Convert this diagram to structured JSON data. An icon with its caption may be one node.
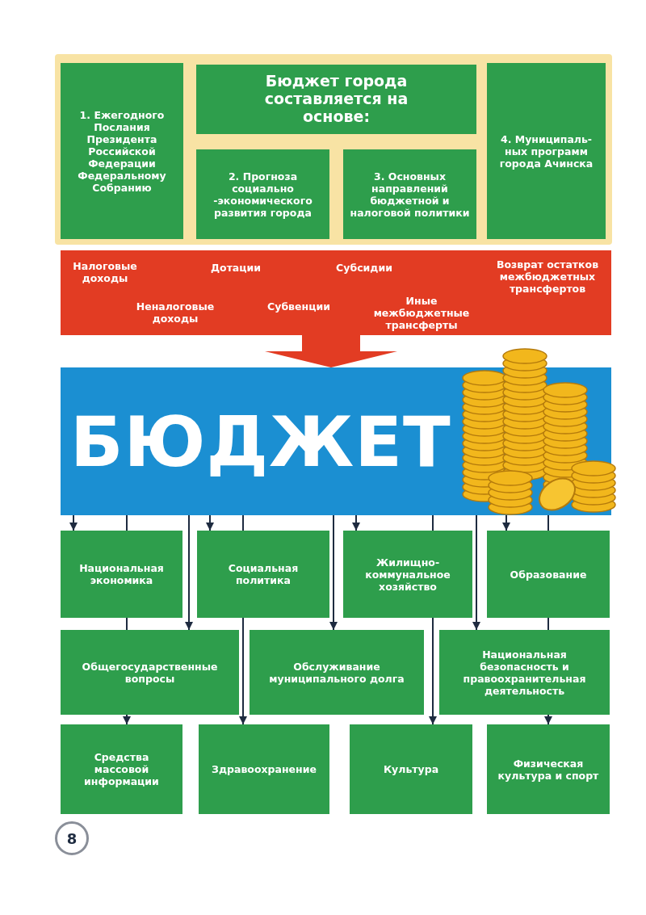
{
  "diagram": {
    "nodes": [
      {
        "text": [],
        "shape": "box"
      },
      {
        "text": [
          "1. Ежегодного Послания Президента Российской Федерации Федеральному Собранию"
        ],
        "in": 0
      },
      {
        "text": [
          "Бюджет города составляется на основе:"
        ],
        "in": 0
      },
      {
        "text": [
          "2. Прогноза социально -экономического развития города"
        ],
        "in": 0
      },
      {
        "text": [
          "3. Основных направлений бюджетной и налоговой политики"
        ],
        "in": 0
      },
      {
        "text": [
          "4. Муниципаль-ных программ города Ачинска"
        ],
        "in": 0
      },
      {
        "text": [
          "Налоговые доходы",
          "Дотации",
          "Субсидии",
          "Возврат остатков межбюджетных трансфертов",
          "Неналоговые доходы",
          "Субвенции",
          "Иные межбюджетные трансферты"
        ]
      },
      {
        "text": [
          "БЮДЖЕТ"
        ]
      },
      {
        "text": [
          "Национальная экономика"
        ]
      },
      {
        "text": [
          "Социальная политика"
        ]
      },
      {
        "text": [
          "Жилищно-коммунальное хозяйство"
        ]
      },
      {
        "text": [
          "Образование"
        ]
      },
      {
        "text": [
          "Общегосударственные вопросы"
        ]
      },
      {
        "text": [
          "Обслуживание муниципального долга"
        ]
      },
      {
        "text": [
          "Национальная безопасность и правоохранительная деятельность"
        ]
      },
      {
        "text": [
          "Средства массовой информации"
        ]
      },
      {
        "text": [
          "Здравоохранение"
        ]
      },
      {
        "text": [
          "Культура"
        ]
      },
      {
        "text": [
          "Физическая культура и спорт"
        ]
      }
    ],
    "edges": [
      {
        "from": 6,
        "to": 7,
        "arrow": "to",
        "style": "thick",
        "color": "#e23c23"
      },
      {
        "from": 7,
        "to": 8,
        "arrow": "to"
      },
      {
        "from": 7,
        "to": 8,
        "arrow": "none"
      },
      {
        "from": 8,
        "to": 12,
        "arrow": "none"
      },
      {
        "from": 12,
        "to": 15,
        "arrow": "to"
      },
      {
        "from": 7,
        "to": 12,
        "arrow": "to"
      },
      {
        "from": 7,
        "to": 9,
        "arrow": "to"
      },
      {
        "from": 7,
        "to": 9,
        "arrow": "none"
      },
      {
        "from": 9,
        "to": 16,
        "arrow": "to"
      },
      {
        "from": 7,
        "to": 13,
        "arrow": "to"
      },
      {
        "from": 7,
        "to": 10,
        "arrow": "to"
      },
      {
        "from": 7,
        "to": 10,
        "arrow": "none"
      },
      {
        "from": 10,
        "to": 17,
        "arrow": "to"
      },
      {
        "from": 7,
        "to": 14,
        "arrow": "to"
      },
      {
        "from": 7,
        "to": 11,
        "arrow": "to"
      },
      {
        "from": 7,
        "to": 11,
        "arrow": "none"
      },
      {
        "from": 11,
        "to": 14,
        "arrow": "none"
      },
      {
        "from": 14,
        "to": 18,
        "arrow": "to"
      }
    ],
    "labels": [
      "8"
    ]
  }
}
